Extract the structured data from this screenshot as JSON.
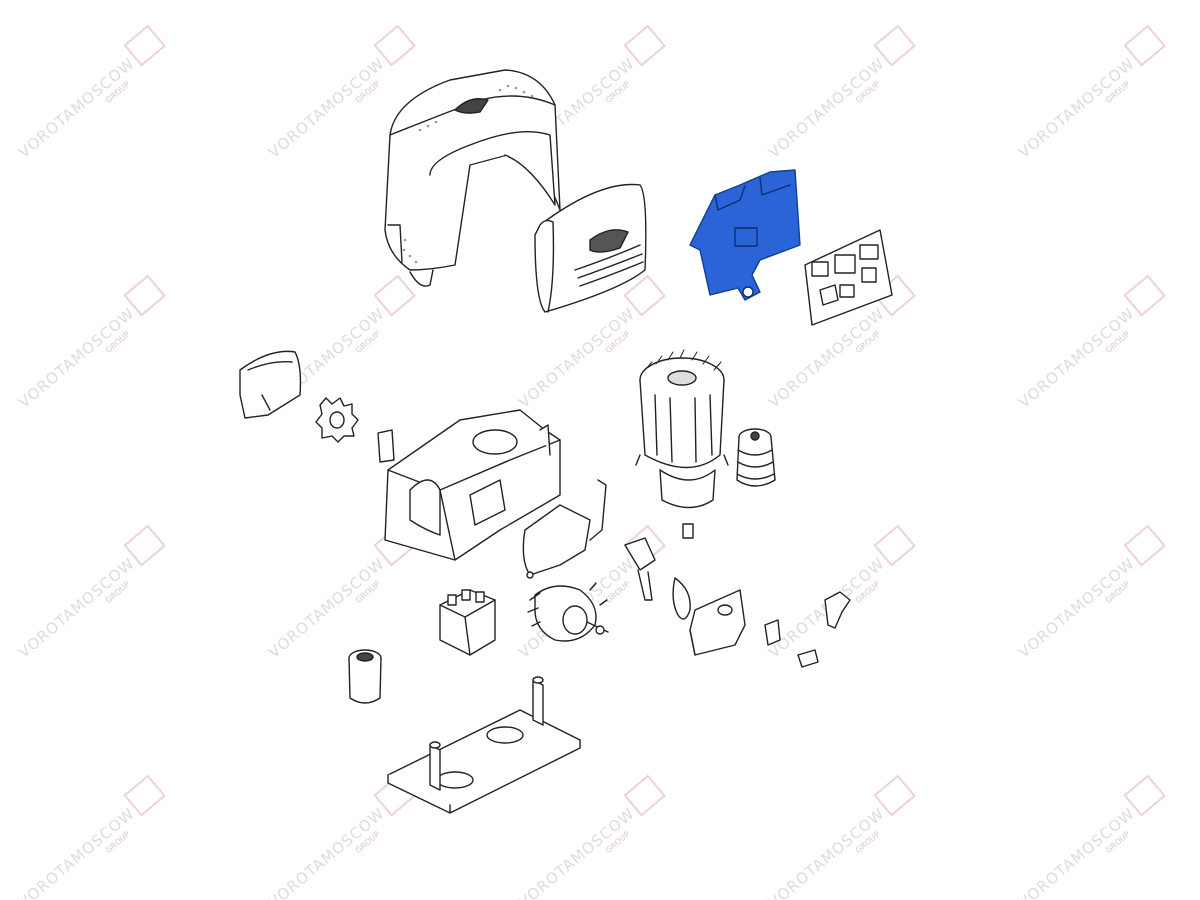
{
  "diagram": {
    "kind": "exploded-parts-view",
    "highlight_color": "#2a64d6",
    "line_color": "#222222",
    "parts": [
      {
        "id": "top-cover",
        "icon": "motor-cover"
      },
      {
        "id": "front-cover",
        "icon": "front-cover"
      },
      {
        "id": "control-board-mount",
        "icon": "mounting-bracket",
        "highlighted": true
      },
      {
        "id": "control-board",
        "icon": "circuit-board"
      },
      {
        "id": "pinion-cover",
        "icon": "pinion-guard"
      },
      {
        "id": "pinion-gear",
        "icon": "gear"
      },
      {
        "id": "gearbox-housing",
        "icon": "housing"
      },
      {
        "id": "motor",
        "icon": "electric-motor"
      },
      {
        "id": "worm-screw",
        "icon": "worm-gear"
      },
      {
        "id": "gasket",
        "icon": "gasket"
      },
      {
        "id": "transformer",
        "icon": "transformer"
      },
      {
        "id": "worm-wheel",
        "icon": "gear-shaft"
      },
      {
        "id": "limit-switch",
        "icon": "switch"
      },
      {
        "id": "release-cover",
        "icon": "cover"
      },
      {
        "id": "release-key",
        "icon": "key"
      },
      {
        "id": "coupling-sleeve",
        "icon": "sleeve"
      },
      {
        "id": "foundation-plate",
        "icon": "anchor-plate"
      }
    ]
  },
  "watermark": {
    "text": "VOROTAMOSCOW",
    "subtext": "GROUP"
  }
}
